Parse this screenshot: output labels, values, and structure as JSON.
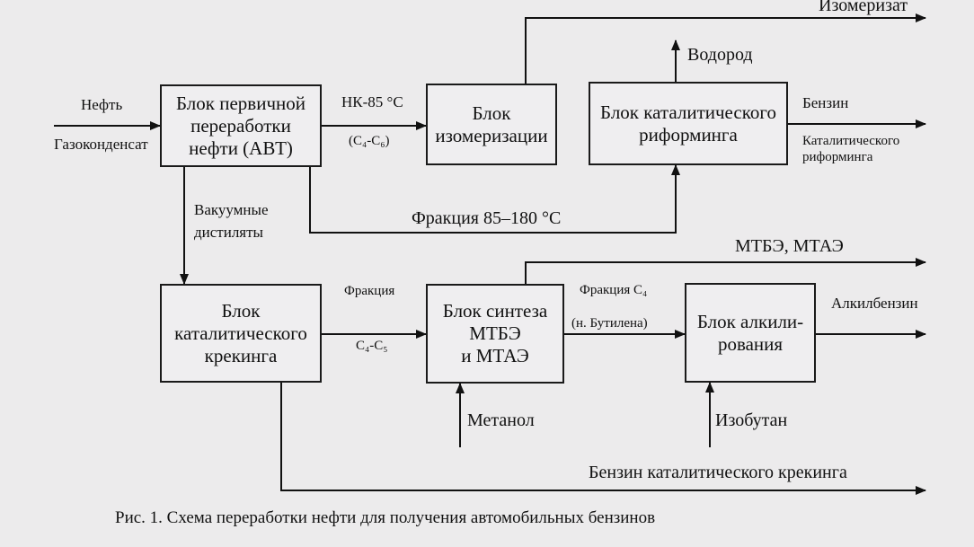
{
  "blocks": {
    "avt": "Блок первичной\nпереработки\nнефти (АВТ)",
    "isomerization": "Блок\nизомеризации",
    "reforming": "Блок каталитического\nриформинга",
    "cracking": "Блок\nкаталитического\nкрекинга",
    "synthesis": "Блок синтеза\nМТБЭ\nи МТАЭ",
    "alkylation": "Блок алкили-\nрования"
  },
  "labels": {
    "oil": "Нефть",
    "gas_condensate": "Газоконденсат",
    "nk85": "НК-85 °С",
    "c4_c6": "(С₄-С₆)",
    "isomerizate": "Изомеризат",
    "hydrogen": "Водород",
    "gasoline": "Бензин",
    "catalytic_reforming": "Каталитического\nриформинга",
    "vacuum_distillates": "Вакуумные\nдистиляты",
    "fraction_85_180": "Фракция 85–180 °С",
    "mtbe_mtae": "МТБЭ, МТАЭ",
    "fraction": "Фракция",
    "c4_c5": "С₄-С₅",
    "fraction_c4": "Фракция С₄",
    "butylenes": "(н. Бутилена)",
    "alkylbenzin": "Алкилбензин",
    "methanol": "Метанол",
    "isobutane": "Изобутан",
    "cracking_gasoline": "Бензин каталитического крекинга"
  },
  "caption": "Рис. 1. Схема переработки нефти для получения автомобильных бензинов"
}
